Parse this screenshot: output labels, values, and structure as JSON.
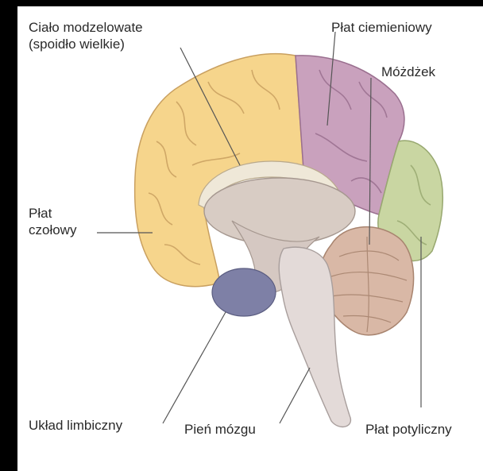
{
  "labels": {
    "corpus_line1": "Ciało modzelowate",
    "corpus_line2": "(spoidło wielkie)",
    "parietal": "Płat ciemieniowy",
    "cerebellum": "Móżdżek",
    "frontal_line1": "Płat",
    "frontal_line2": "czołowy",
    "limbic": "Układ limbiczny",
    "brainstem": "Pień mózgu",
    "occipital": "Płat potyliczny"
  },
  "colors": {
    "frontal": "#f6d58c",
    "parietal": "#c9a1bd",
    "occipital": "#c9d6a2",
    "inner": "#d8ccc4",
    "limbic": "#7e80a6",
    "cerebellum": "#d9b8a6",
    "stem": "#e3dad8"
  }
}
